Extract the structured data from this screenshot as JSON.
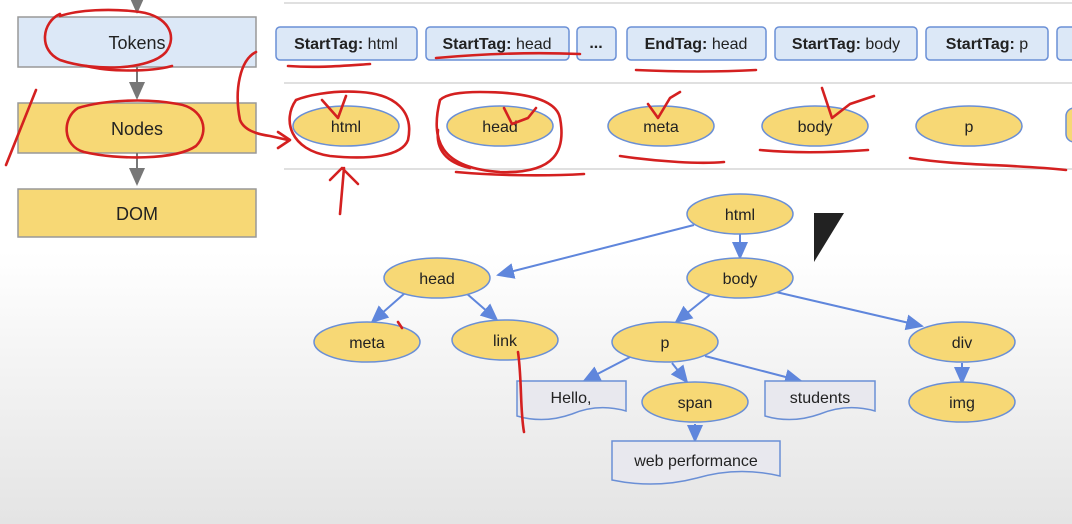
{
  "pipeline": [
    "Tokens",
    "Nodes",
    "DOM"
  ],
  "tokens": [
    {
      "kind": "StartTag:",
      "name": "html"
    },
    {
      "kind": "StartTag:",
      "name": "head"
    },
    {
      "kind": "",
      "name": "..."
    },
    {
      "kind": "EndTag:",
      "name": "head"
    },
    {
      "kind": "StartTag:",
      "name": "body"
    },
    {
      "kind": "StartTag:",
      "name": "p"
    }
  ],
  "nodes": [
    "html",
    "head",
    "meta",
    "body",
    "p"
  ],
  "tree": {
    "html": "html",
    "head": "head",
    "body": "body",
    "meta": "meta",
    "link": "link",
    "p": "p",
    "div": "div",
    "hello": "Hello,",
    "span": "span",
    "students": "students",
    "img": "img",
    "web_performance": "web performance"
  },
  "colors": {
    "token_fill": "#dce8f7",
    "token_stroke": "#6a8fd6",
    "node_fill": "#f7d875",
    "node_stroke": "#6a8fd6",
    "text_fill": "#e8e8ee",
    "edge": "#5f86dc",
    "annotation": "#d42020"
  }
}
